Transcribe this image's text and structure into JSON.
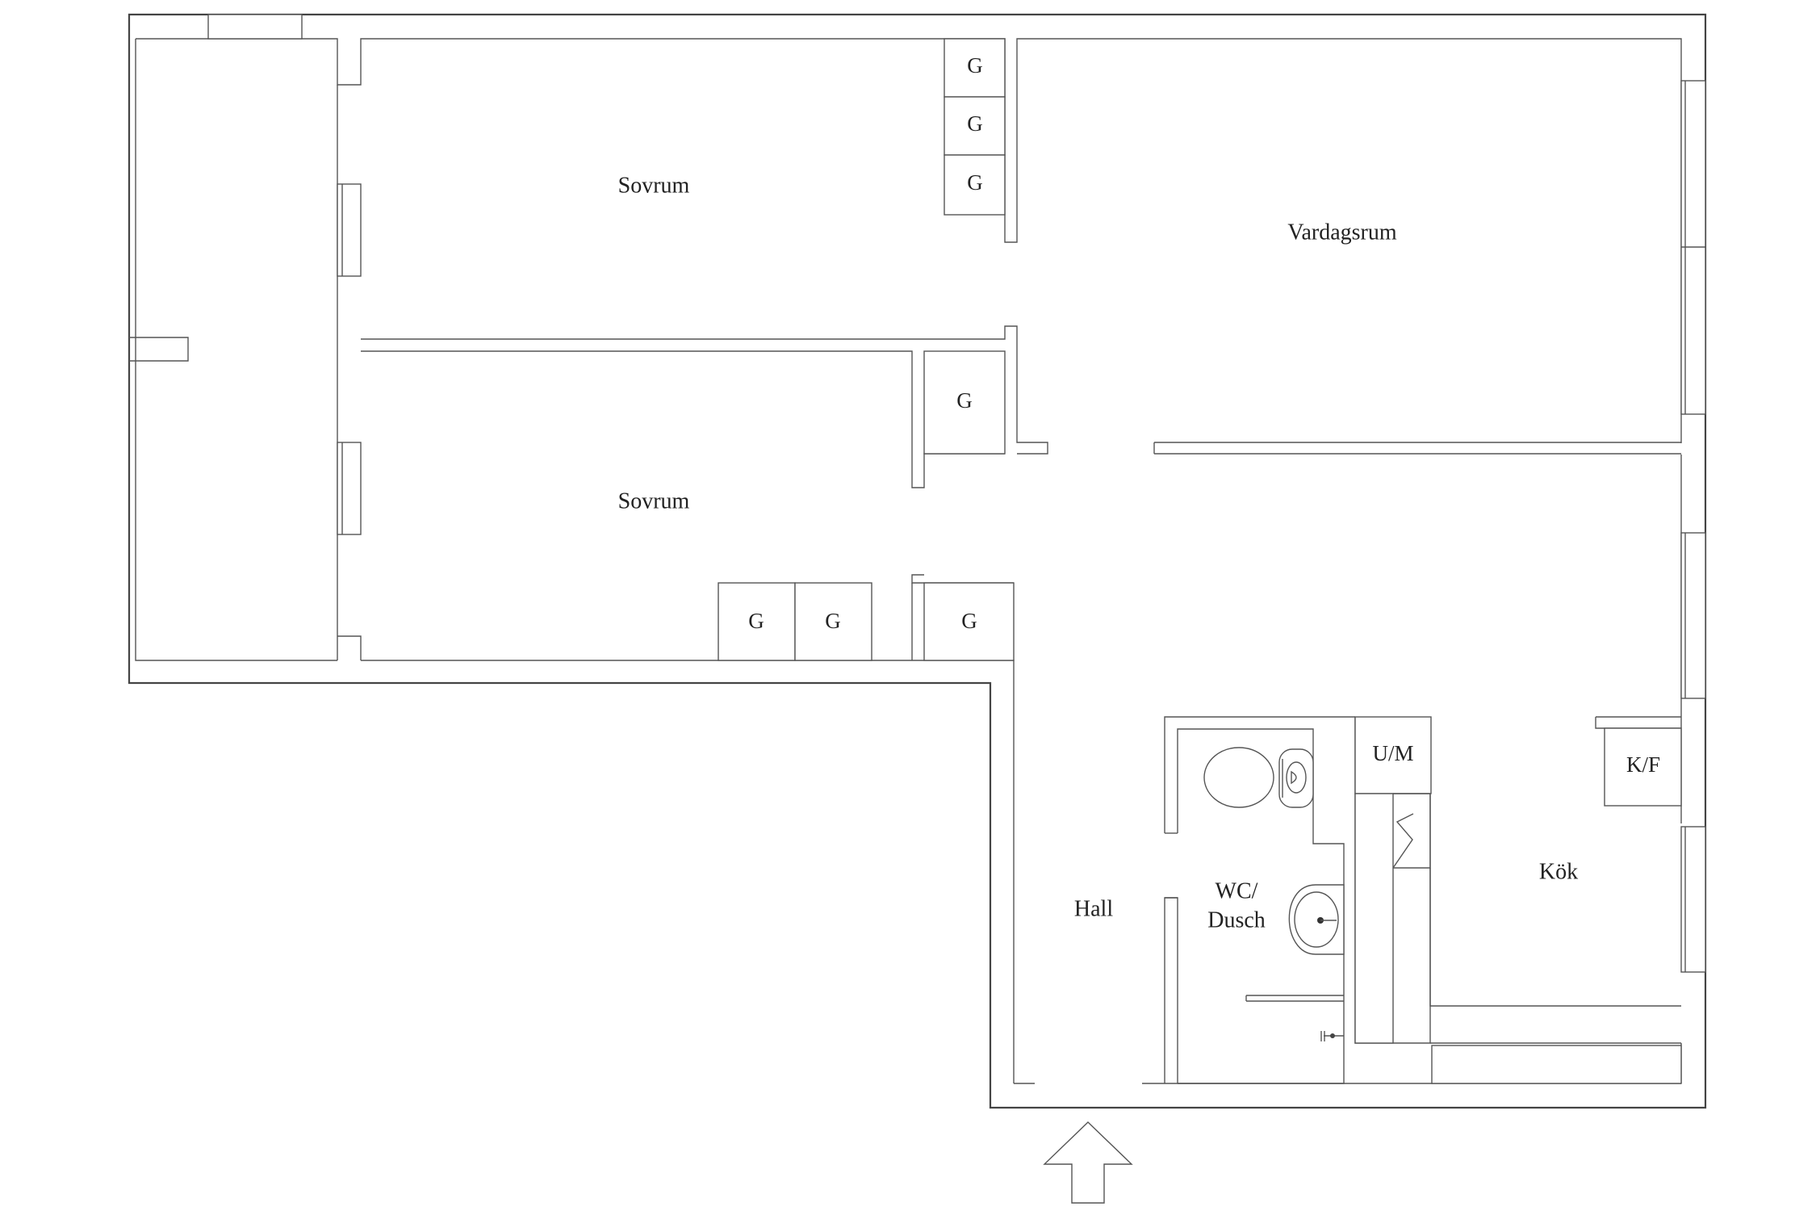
{
  "rooms": {
    "bedroom_top": "Sovrum",
    "bedroom_bottom": "Sovrum",
    "living": "Vardagsrum",
    "hall": "Hall",
    "bath_line1": "WC/",
    "bath_line2": "Dusch",
    "kitchen": "Kök"
  },
  "symbols": {
    "wardrobe": "G",
    "washer": "U/M",
    "fridge": "K/F"
  },
  "icons": {
    "entrance": "entrance-arrow-icon",
    "toilet": "toilet-icon",
    "sink": "sink-icon",
    "shower": "shower-icon"
  }
}
